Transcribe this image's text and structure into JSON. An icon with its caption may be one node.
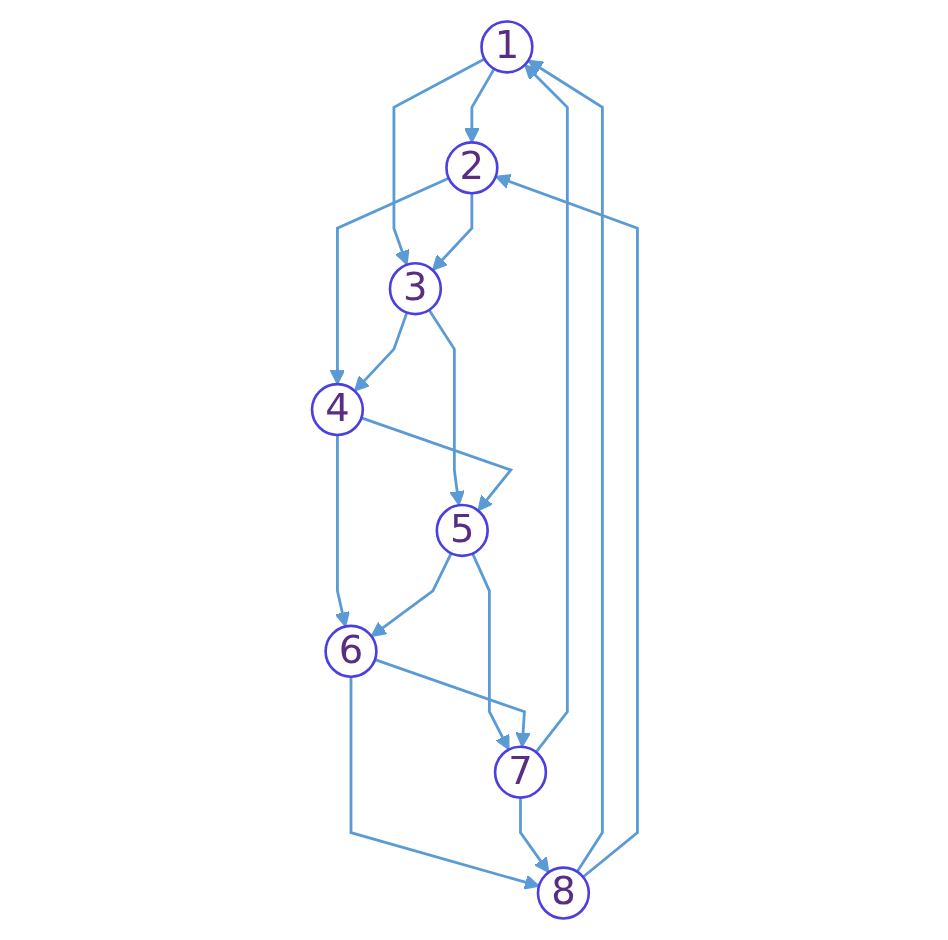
{
  "diagram": {
    "nodes": [
      {
        "text": [
          "1"
        ]
      },
      {
        "text": [
          "2"
        ]
      },
      {
        "text": [
          "3"
        ]
      },
      {
        "text": [
          "4"
        ]
      },
      {
        "text": [
          "5"
        ]
      },
      {
        "text": [
          "6"
        ]
      },
      {
        "text": [
          "7"
        ]
      },
      {
        "text": [
          "8"
        ]
      }
    ],
    "edges": [
      {
        "from": 0,
        "to": 1,
        "arrow": "to"
      },
      {
        "from": 0,
        "to": 2,
        "arrow": "to"
      },
      {
        "from": 7,
        "to": 0,
        "arrow": "to"
      },
      {
        "from": 7,
        "to": 1,
        "arrow": "to"
      },
      {
        "from": 1,
        "to": 2,
        "arrow": "to"
      },
      {
        "from": 1,
        "to": 3,
        "arrow": "to"
      },
      {
        "from": 2,
        "to": 3,
        "arrow": "to"
      },
      {
        "from": 2,
        "to": 4,
        "arrow": "to"
      },
      {
        "from": 3,
        "to": 4,
        "arrow": "to"
      },
      {
        "from": 3,
        "to": 5,
        "arrow": "to"
      },
      {
        "from": 4,
        "to": 5,
        "arrow": "to"
      },
      {
        "from": 4,
        "to": 6,
        "arrow": "to"
      },
      {
        "from": 5,
        "to": 6,
        "arrow": "to"
      },
      {
        "from": 5,
        "to": 7,
        "arrow": "to"
      },
      {
        "from": 6,
        "to": 7,
        "arrow": "to"
      },
      {
        "from": 6,
        "to": 0,
        "arrow": "to"
      }
    ]
  }
}
